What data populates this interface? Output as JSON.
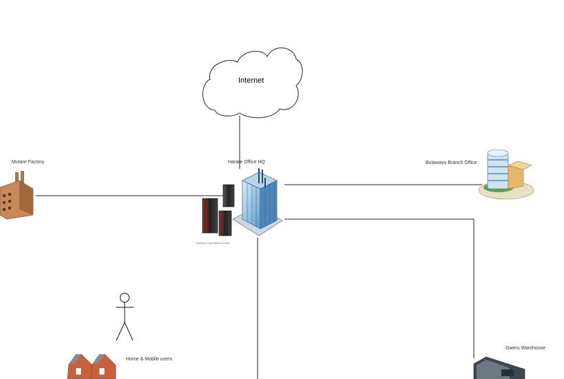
{
  "diagram": {
    "internet_label": "Internet",
    "hq_label": "Harare Office HQ",
    "noc_label": "Network Operations Centre",
    "bulawayo_label": "Bulawayo Branch Office",
    "mutare_label": "Mutare Factory",
    "home_label": "Home & Mobile users",
    "gweru_label": "Gweru Warehouse"
  }
}
